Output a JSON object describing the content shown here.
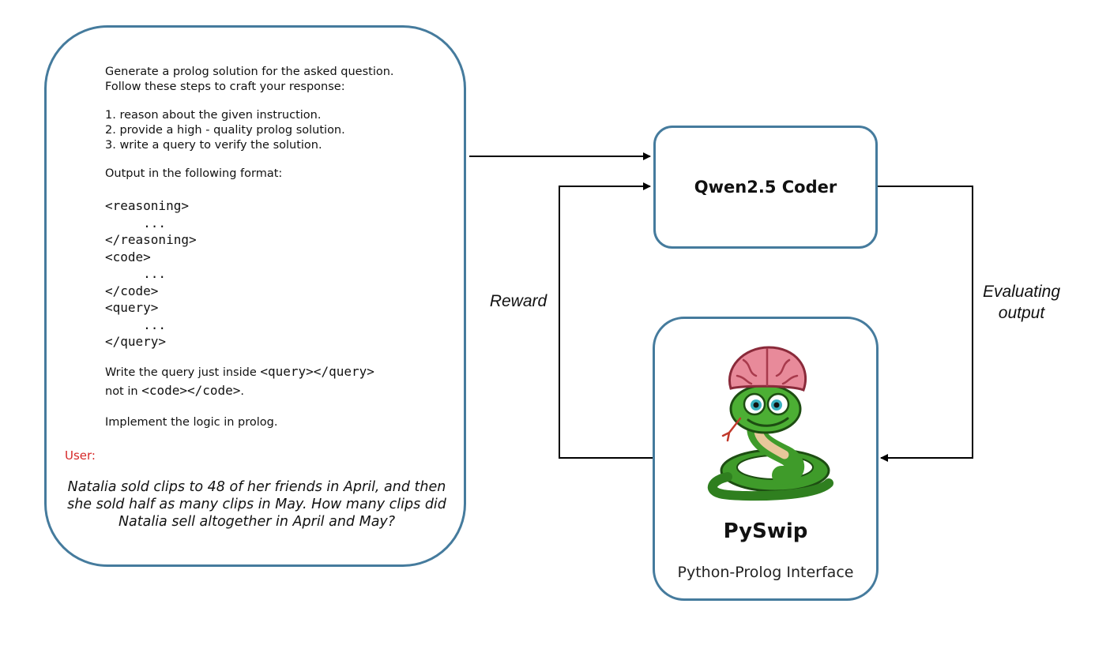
{
  "prompt": {
    "intro_line1": "Generate a prolog solution for the asked question.",
    "intro_line2": "Follow these steps to craft your response:",
    "step1": "1. reason about the given instruction.",
    "step2": "2. provide a high - quality prolog solution.",
    "step3": "3. write a query to verify the solution.",
    "format_intro": "Output in the following format:",
    "code_lines": [
      "<reasoning>",
      "     ...",
      "</reasoning>",
      "<code>",
      "     ...",
      "</code>",
      "<query>",
      "     ...",
      "</query>"
    ],
    "note_prefix": "Write the query just inside ",
    "note_code1": "<query></query>",
    "note_line2_prefix": "not in ",
    "note_code2": "<code></code>",
    "note_line2_suffix": ".",
    "implement": "Implement the logic in prolog.",
    "user_label": "User:",
    "question": "Natalia sold clips to 48 of her friends in April, and then she sold half as many clips in May. How many clips did Natalia sell altogether in April and May?"
  },
  "model": {
    "name": "Qwen2.5 Coder"
  },
  "tool": {
    "name": "PySwip",
    "subtitle": "Python-Prolog Interface",
    "mascot_icon": "snake-with-brain"
  },
  "edges": {
    "reward": "Reward",
    "evaluating": "Evaluating output"
  },
  "colors": {
    "box_border": "#457b9d",
    "user_label": "#d62828",
    "arrow": "#000000"
  }
}
